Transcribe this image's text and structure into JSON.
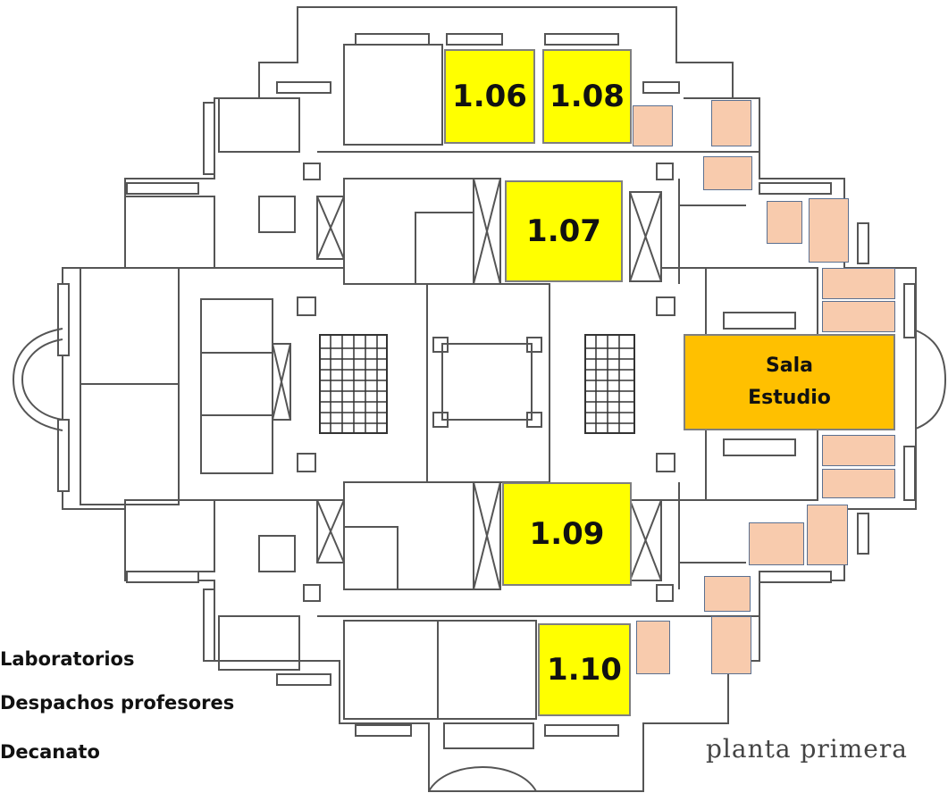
{
  "rooms": {
    "r106": "1.06",
    "r108": "1.08",
    "r107": "1.07",
    "r109": "1.09",
    "r110": "1.10",
    "sala_line1": "Sala",
    "sala_line2": "Estudio"
  },
  "legend": {
    "laboratorios": "Laboratorios",
    "despachos": "Despachos profesores",
    "decanato": "Decanato"
  },
  "caption": "planta primera",
  "colors": {
    "laboratorios": "#ffff00",
    "despachos_profesores": "#f8cbad",
    "decanato": "#ffc000",
    "walls": "#555555"
  }
}
